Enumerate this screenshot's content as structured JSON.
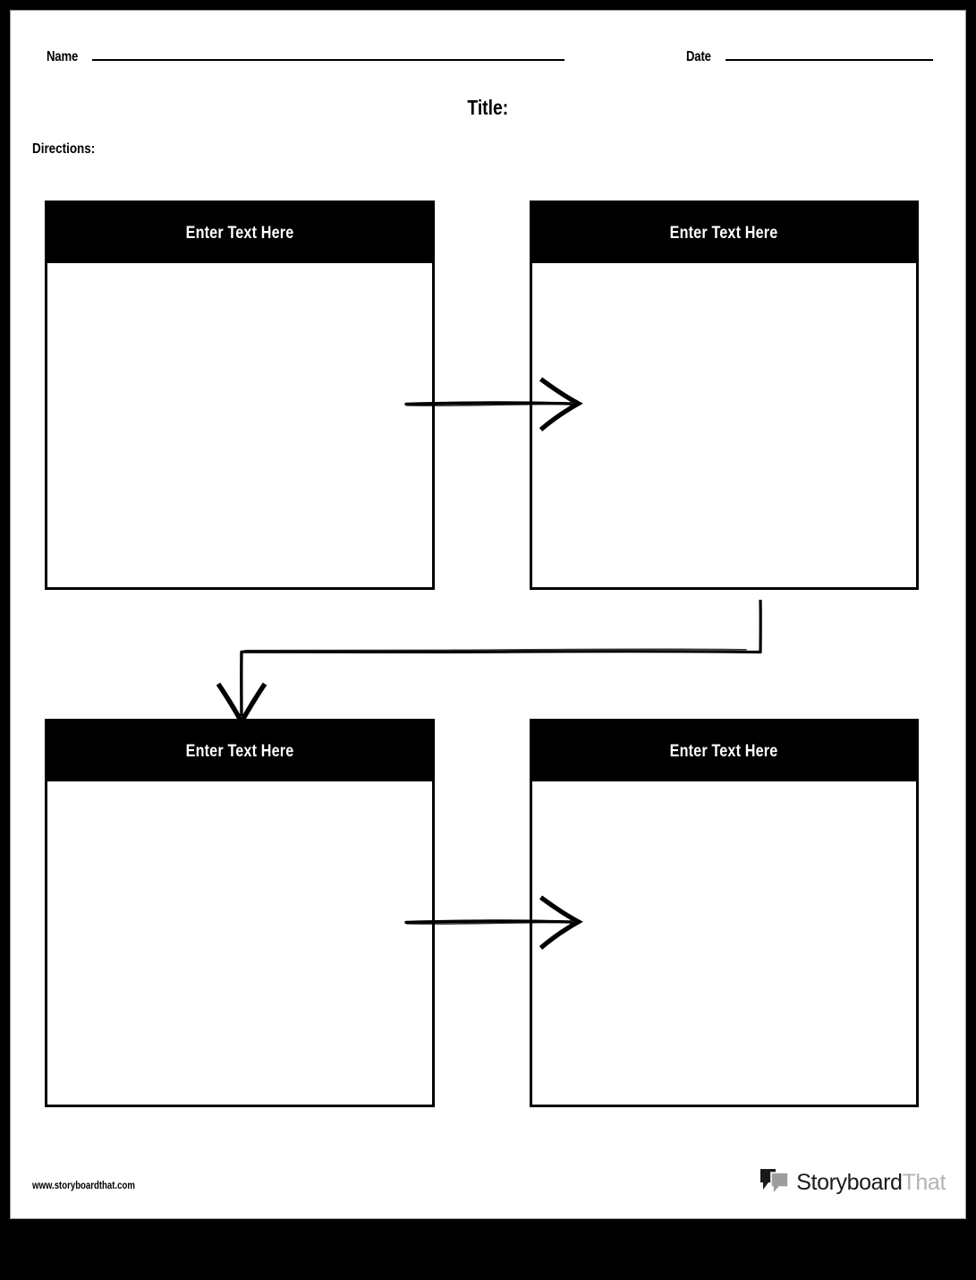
{
  "page": {
    "frame_color": "#000000",
    "background": "#ffffff",
    "accent_color": "#000000"
  },
  "header": {
    "name_label": "Name",
    "date_label": "Date",
    "title": "Title:",
    "directions_label": "Directions:"
  },
  "cells": [
    {
      "header": "Enter Text Here",
      "body": ""
    },
    {
      "header": "Enter Text Here",
      "body": ""
    },
    {
      "header": "Enter Text Here",
      "body": ""
    },
    {
      "header": "Enter Text Here",
      "body": ""
    }
  ],
  "connectors": [
    {
      "name": "arrow-cell1-to-cell2",
      "style": "straight-right"
    },
    {
      "name": "arrow-cell2-to-cell3",
      "style": "elbow-down-left"
    },
    {
      "name": "arrow-cell3-to-cell4",
      "style": "straight-right"
    }
  ],
  "footer": {
    "url": "www.storyboardthat.com",
    "logo_word_1": "Storyboard",
    "logo_word_2": "That",
    "logo_color_1": "#1a1a1a",
    "logo_color_2": "#b3b3b3"
  }
}
